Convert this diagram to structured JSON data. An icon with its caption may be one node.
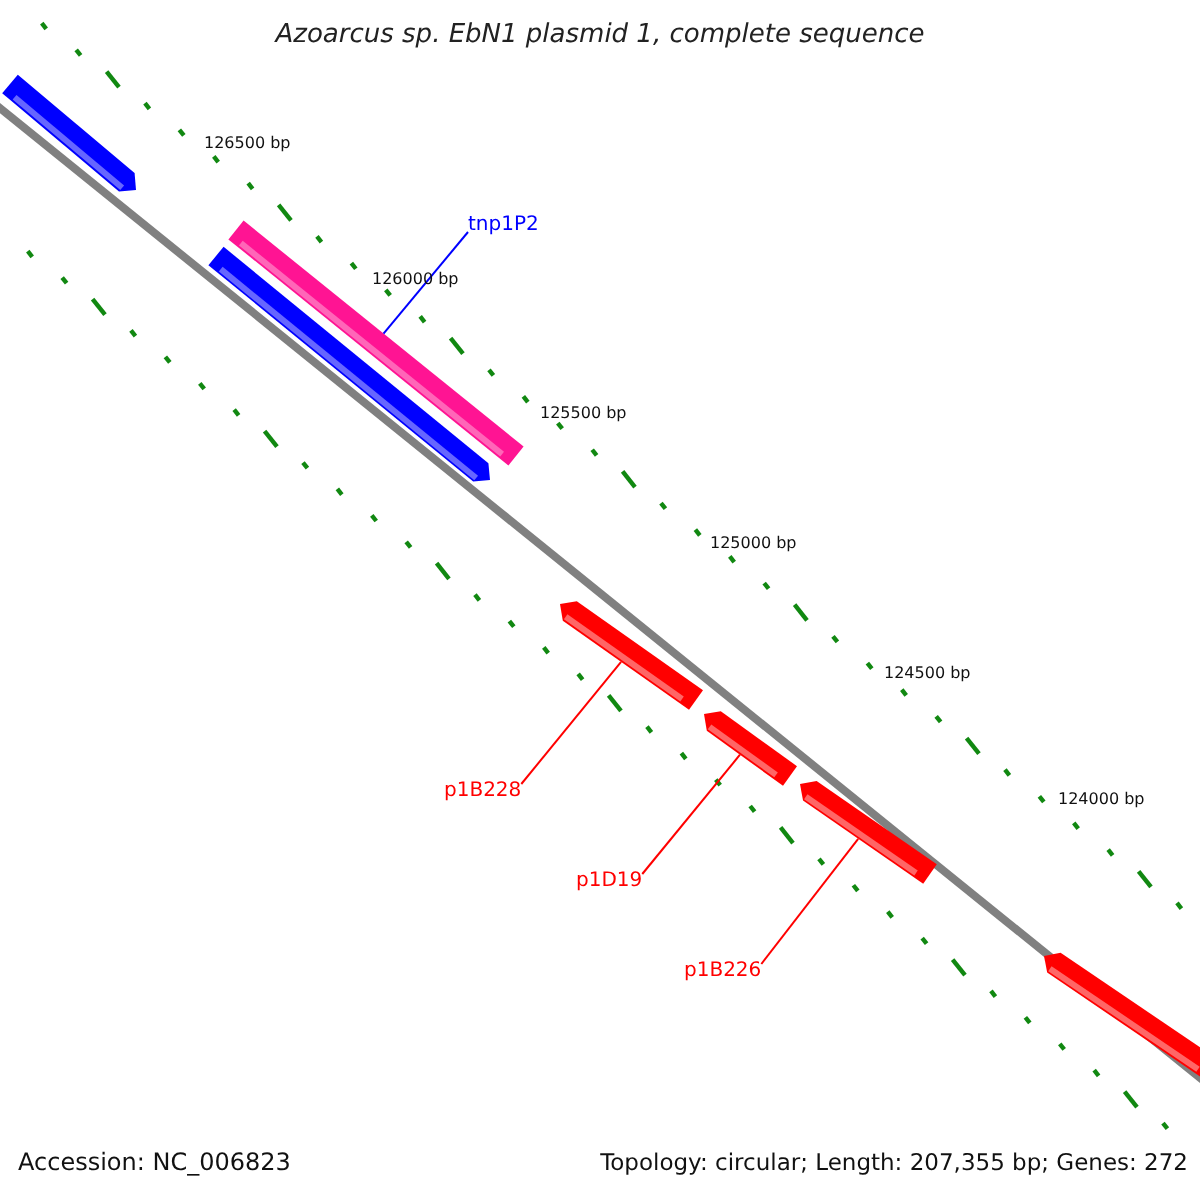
{
  "diagram": {
    "title": "Azoarcus sp. EbN1 plasmid 1, complete sequence",
    "nodes": [
      {
        "text": [],
        "shape": "bar"
      },
      {
        "text": [],
        "shape": "bar"
      },
      {
        "text": [],
        "shape": "bar"
      },
      {
        "text": [],
        "shape": "bar"
      },
      {
        "text": [],
        "shape": "bar"
      },
      {
        "text": [],
        "shape": "bar"
      },
      {
        "text": [],
        "shape": "bar"
      },
      {
        "text": [
          "tnp1P2"
        ]
      },
      {
        "text": [
          "p1B228"
        ]
      },
      {
        "text": [
          "p1D19"
        ]
      },
      {
        "text": [
          "p1B226"
        ]
      }
    ],
    "edges": [
      {
        "from": 7,
        "to": 1,
        "arrow": "none",
        "color": "#0000ff"
      },
      {
        "from": 8,
        "to": 3,
        "arrow": "none"
      },
      {
        "from": 9,
        "to": 4,
        "arrow": "none"
      },
      {
        "from": 10,
        "to": 5,
        "arrow": "none"
      }
    ],
    "labels": [
      "126500 bp",
      "126000 bp",
      "125500 bp",
      "125000 bp",
      "124500 bp",
      "124000 bp",
      "Accession: NC_006823",
      "Topology: circular; Length: 207,355 bp; Genes: 272"
    ]
  }
}
